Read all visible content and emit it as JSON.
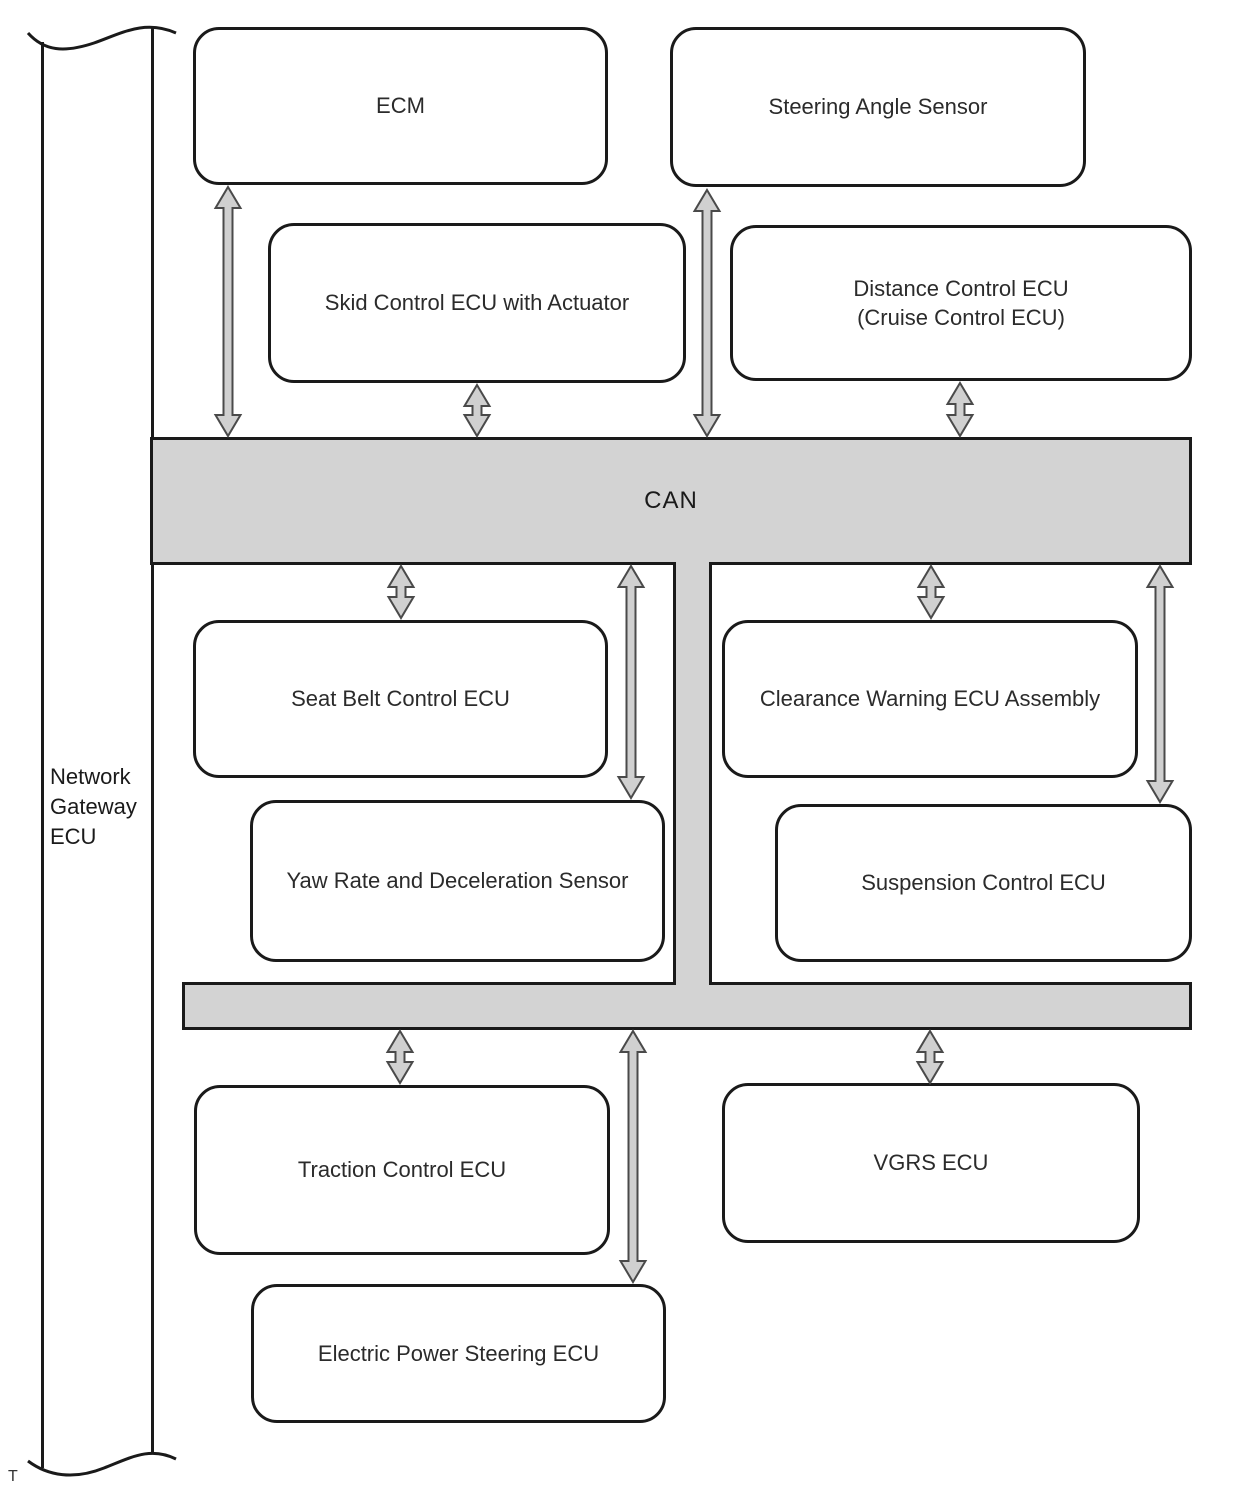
{
  "diagram": {
    "gateway": {
      "label": "Network\nGateway\nECU"
    },
    "bus": {
      "label": "CAN"
    },
    "corner_mark": "T",
    "nodes": {
      "ecm": "ECM",
      "steering_angle_sensor": "Steering Angle Sensor",
      "skid_control": "Skid Control ECU with Actuator",
      "distance_control": "Distance Control ECU\n(Cruise Control ECU)",
      "seat_belt": "Seat Belt Control ECU",
      "clearance_warning": "Clearance Warning ECU Assembly",
      "yaw_rate": "Yaw Rate and Deceleration Sensor",
      "suspension": "Suspension Control ECU",
      "traction": "Traction Control ECU",
      "vgrs": "VGRS ECU",
      "electric_power_steering": "Electric Power Steering ECU"
    },
    "connections": [
      {
        "from": "ecm",
        "to": "can-bus",
        "type": "bidirectional"
      },
      {
        "from": "skid_control",
        "to": "can-bus",
        "type": "bidirectional"
      },
      {
        "from": "steering_angle_sensor",
        "to": "can-bus",
        "type": "bidirectional"
      },
      {
        "from": "distance_control",
        "to": "can-bus",
        "type": "bidirectional"
      },
      {
        "from": "can-bus",
        "to": "seat_belt",
        "type": "bidirectional"
      },
      {
        "from": "can-bus",
        "to": "yaw_rate",
        "type": "bidirectional"
      },
      {
        "from": "can-bus",
        "to": "clearance_warning",
        "type": "bidirectional"
      },
      {
        "from": "can-bus",
        "to": "suspension",
        "type": "bidirectional"
      },
      {
        "from": "sub-bus",
        "to": "traction",
        "type": "bidirectional"
      },
      {
        "from": "sub-bus",
        "to": "electric_power_steering",
        "type": "bidirectional"
      },
      {
        "from": "sub-bus",
        "to": "vgrs",
        "type": "bidirectional"
      },
      {
        "from": "network_gateway_ecu",
        "to": "can-bus",
        "type": "attached"
      }
    ],
    "colors": {
      "bus_fill": "#d3d3d3",
      "arrow_fill": "#d0d0d0",
      "arrow_stroke": "#4a4a4a",
      "line": "#1a1a1a",
      "background": "#ffffff"
    }
  }
}
